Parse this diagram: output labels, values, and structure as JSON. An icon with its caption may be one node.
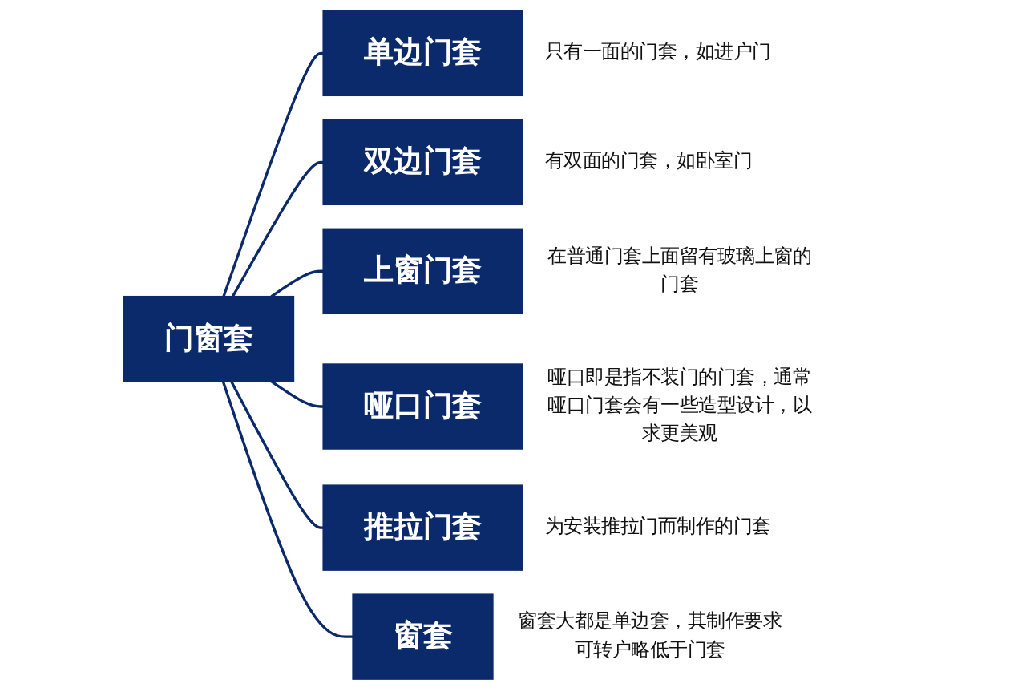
{
  "diagram": {
    "nodes": [
      {
        "text": [
          "门窗套"
        ]
      },
      {
        "text": [
          "单边门套"
        ],
        "beside": [
          "只有一面的门套，如进户门"
        ]
      },
      {
        "text": [
          "双边门套"
        ],
        "beside": [
          "有双面的门套，如卧室门"
        ]
      },
      {
        "text": [
          "上窗门套"
        ],
        "beside": [
          "在普通门套上面留有玻璃上窗的门套"
        ]
      },
      {
        "text": [
          "哑口门套"
        ],
        "beside": [
          "哑口即是指不装门的门套，通常哑口门套会有一些造型设计，以求更美观"
        ]
      },
      {
        "text": [
          "推拉门套"
        ],
        "beside": [
          "为安装推拉门而制作的门套"
        ]
      },
      {
        "text": [
          "窗套"
        ],
        "beside": [
          "窗套大都是单边套，其制作要求可转户略低于门套"
        ]
      }
    ],
    "edges": [
      {
        "from": 0,
        "to": 1,
        "arrow": "none"
      },
      {
        "from": 0,
        "to": 2,
        "arrow": "none"
      },
      {
        "from": 0,
        "to": 3,
        "arrow": "none"
      },
      {
        "from": 0,
        "to": 4,
        "arrow": "none"
      },
      {
        "from": 0,
        "to": 5,
        "arrow": "none"
      },
      {
        "from": 0,
        "to": 6,
        "arrow": "none"
      }
    ]
  }
}
